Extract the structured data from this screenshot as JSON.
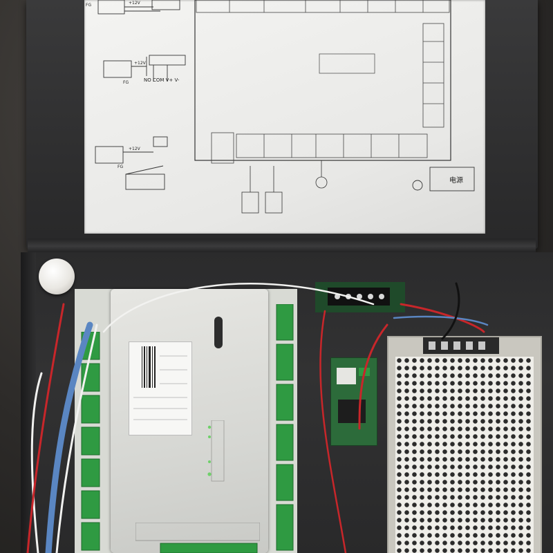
{
  "scene": {
    "description_tags": [
      "access-control-controller",
      "metal-enclosure",
      "wiring-diagram",
      "power-supply"
    ]
  },
  "diagram_labels": {
    "left_lock_1_voltage": "+12V",
    "left_lock_2_voltage": "+12V",
    "left_lock_3_voltage": "+12V",
    "left_fg_1": "FG",
    "left_fg_2": "FG",
    "left_fg_3": "FG",
    "lock_terminals": "NO  COM V+  V-",
    "power_box": "电源"
  },
  "colors": {
    "enclosure": "#2f2f30",
    "paper": "#eeeeec",
    "board_panel": "#dcdcd8",
    "terminal_green": "#2f9a42",
    "psu_mesh": "#efeee9",
    "wire_red": "#c8262a",
    "wire_blue": "#5a86c2",
    "wire_white": "#f2f2f0"
  }
}
